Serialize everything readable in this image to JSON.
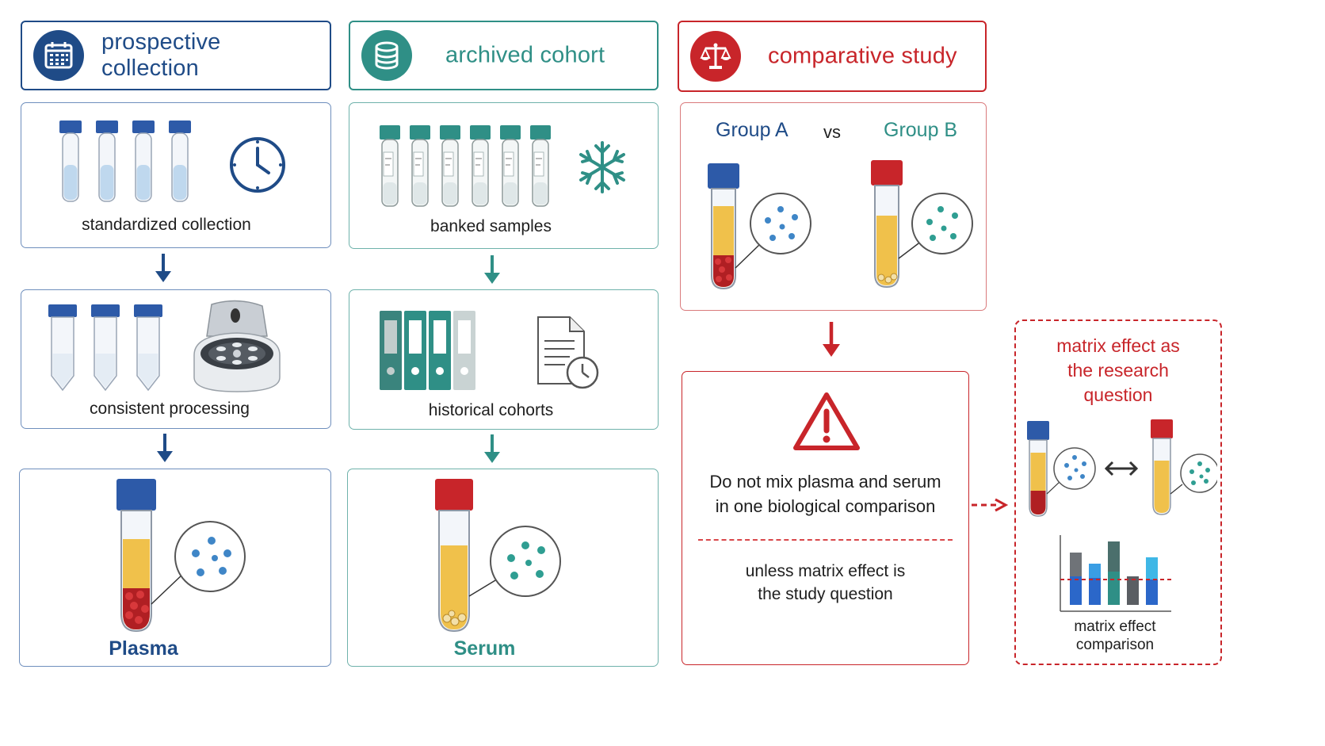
{
  "columns": {
    "prospective": {
      "title": "prospective collection",
      "icon": "calendar-icon",
      "step1": "standardized collection",
      "step2": "consistent processing",
      "result": "Plasma"
    },
    "archived": {
      "title": "archived cohort",
      "icon": "database-icon",
      "step1": "banked samples",
      "step2": "historical cohorts",
      "result": "Serum"
    },
    "comparative": {
      "title": "comparative study",
      "icon": "scales-icon",
      "group_a": "Group A",
      "vs": "vs",
      "group_b": "Group B",
      "warning_line1": "Do not mix plasma and serum",
      "warning_line2": "in one biological comparison",
      "exception_line1": "unless matrix effect is",
      "exception_line2": "the study question"
    }
  },
  "side_panel": {
    "title_line1": "matrix effect as",
    "title_line2": "the research",
    "title_line3": "question",
    "chart_caption_line1": "matrix effect",
    "chart_caption_line2": "comparison"
  },
  "colors": {
    "blue": "#1f4b87",
    "teal": "#2f8f86",
    "red": "#c8252a",
    "plasma_yellow": "#f0c14b",
    "blood_red": "#b01f23"
  }
}
